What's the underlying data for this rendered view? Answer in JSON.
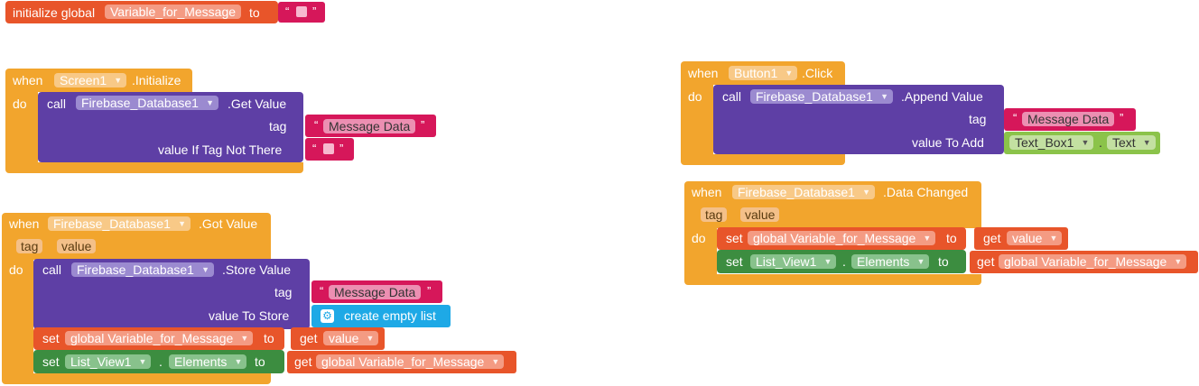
{
  "init": {
    "prefix": "initialize global",
    "var": "Variable_for_Message",
    "to": "to"
  },
  "screen_init": {
    "when": "when",
    "component": "Screen1",
    "event": ".Initialize",
    "do": "do",
    "call": "call",
    "db": "Firebase_Database1",
    "method": ".Get Value",
    "tag": "tag",
    "tag_value": "Message Data",
    "value_if": "value If Tag Not There"
  },
  "got_value": {
    "when": "when",
    "component": "Firebase_Database1",
    "event": ".Got Value",
    "param_tag": "tag",
    "param_value": "value",
    "do": "do",
    "call": "call",
    "db": "Firebase_Database1",
    "method": ".Store Value",
    "tag": "tag",
    "tag_value": "Message Data",
    "value_to_store": "value To Store",
    "create_list": "create empty list",
    "set1": "set",
    "set1_var": "global Variable_for_Message",
    "set1_to": "to",
    "get1": "get",
    "get1_var": "value",
    "set2": "set",
    "set2_comp": "List_View1",
    "set2_prop": "Elements",
    "set2_to": "to",
    "get2": "get",
    "get2_var": "global Variable_for_Message"
  },
  "button_click": {
    "when": "when",
    "component": "Button1",
    "event": ".Click",
    "do": "do",
    "call": "call",
    "db": "Firebase_Database1",
    "method": ".Append Value",
    "tag": "tag",
    "tag_value": "Message Data",
    "value_to_add": "value To Add",
    "textbox": "Text_Box1",
    "prop": "Text"
  },
  "data_changed": {
    "when": "when",
    "component": "Firebase_Database1",
    "event": ".Data Changed",
    "param_tag": "tag",
    "param_value": "value",
    "do": "do",
    "set1": "set",
    "set1_var": "global Variable_for_Message",
    "set1_to": "to",
    "get1": "get",
    "get1_var": "value",
    "set2": "set",
    "set2_comp": "List_View1",
    "set2_prop": "Elements",
    "set2_to": "to",
    "get2": "get",
    "get2_var": "global Variable_for_Message"
  },
  "glyphs": {
    "dropdown": "▼",
    "quote_open": "“",
    "quote_close": "”",
    "gear": "⚙",
    "dot": "."
  }
}
